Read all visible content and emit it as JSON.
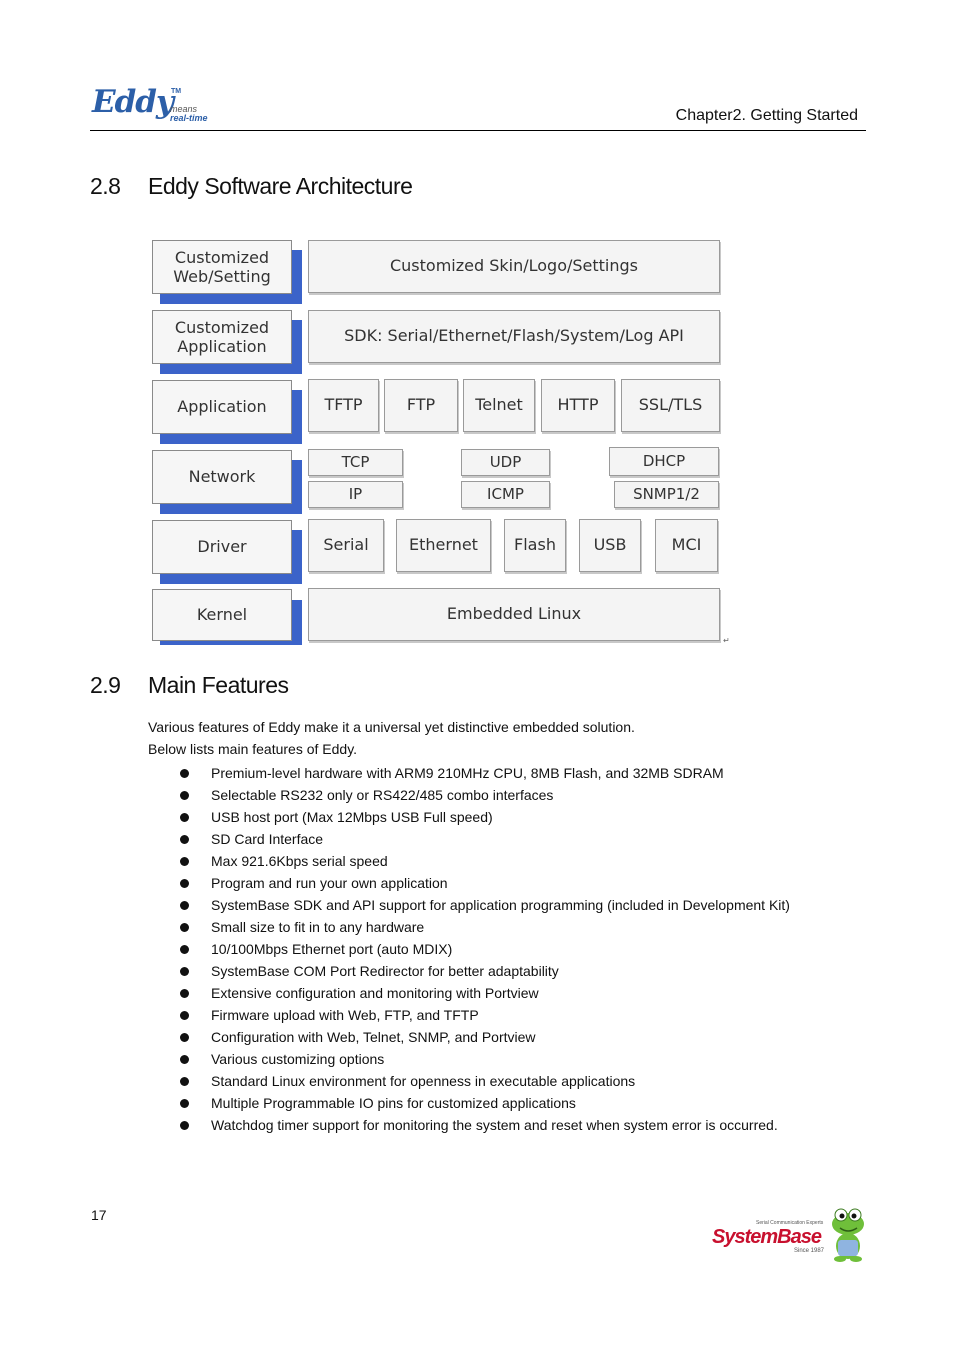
{
  "header": {
    "logo_name": "Eddy",
    "logo_tm": "TM",
    "logo_means": "means",
    "logo_realtime": "real-time",
    "chapter": "Chapter2. Getting Started"
  },
  "section_28": {
    "number": "2.8",
    "title": "Eddy Software Architecture"
  },
  "diagram": {
    "layers": [
      {
        "label": "Customized Web/Setting",
        "components": [
          "Customized Skin/Logo/Settings"
        ]
      },
      {
        "label": "Customized Application",
        "components": [
          "SDK: Serial/Ethernet/Flash/System/Log API"
        ]
      },
      {
        "label": "Application",
        "components": [
          "TFTP",
          "FTP",
          "Telnet",
          "HTTP",
          "SSL/TLS"
        ]
      },
      {
        "label": "Network",
        "components": [
          "TCP",
          "IP",
          "UDP",
          "ICMP",
          "DHCP",
          "SNMP1/2"
        ]
      },
      {
        "label": "Driver",
        "components": [
          "Serial",
          "Ethernet",
          "Flash",
          "USB",
          "MCI"
        ]
      },
      {
        "label": "Kernel",
        "components": [
          "Embedded Linux"
        ]
      }
    ]
  },
  "section_29": {
    "number": "2.9",
    "title": "Main Features",
    "intro": [
      "Various features of Eddy make it a universal yet distinctive embedded solution.",
      "Below lists main features of Eddy."
    ],
    "features": [
      "Premium-level hardware with ARM9 210MHz CPU, 8MB Flash, and 32MB SDRAM",
      "Selectable RS232 only or RS422/485 combo interfaces",
      "USB host port (Max 12Mbps USB Full speed)",
      "SD Card Interface",
      "Max 921.6Kbps serial speed",
      "Program and run your own application",
      "SystemBase SDK and API support for application programming (included in Development Kit)",
      "Small size to fit in to any hardware",
      "10/100Mbps Ethernet port (auto MDIX)",
      "SystemBase COM Port Redirector for better adaptability",
      "Extensive configuration and monitoring with Portview",
      "Firmware upload with Web, FTP, and TFTP",
      "Configuration with Web, Telnet, SNMP, and Portview",
      "Various customizing options",
      "Standard Linux environment for openness in executable applications",
      "Multiple Programmable IO pins for customized applications",
      "Watchdog timer support for monitoring the system and reset when system error is occurred."
    ]
  },
  "footer": {
    "page_number": "17",
    "brand_tagline": "Serial Communication Experts",
    "brand_name": "SystemBase",
    "brand_since": "Since 1987"
  },
  "colors": {
    "layer_accent": "#3b63c9",
    "logo_blue": "#2c5fa8",
    "brand_red": "#c8102e",
    "frog_green": "#6fbf3a"
  }
}
